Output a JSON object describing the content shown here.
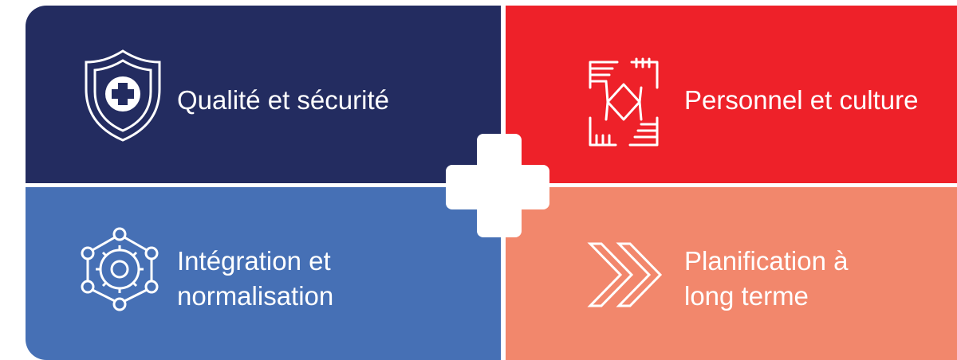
{
  "quadrants": [
    {
      "id": "quality-safety",
      "label_lines": [
        "Qualité et sécurité"
      ],
      "color": "#232C60",
      "icon": "shield-medical-icon"
    },
    {
      "id": "people-culture",
      "label_lines": [
        "Personnel et culture"
      ],
      "color": "#EE2129",
      "icon": "joined-hands-icon"
    },
    {
      "id": "integration-standardization",
      "label_lines": [
        "Intégration et",
        "normalisation"
      ],
      "color": "#4670B5",
      "icon": "gear-network-icon"
    },
    {
      "id": "long-term-planning",
      "label_lines": [
        "Planification à",
        "long terme"
      ],
      "color": "#F2876C",
      "icon": "double-chevron-right-icon"
    }
  ],
  "center_symbol": {
    "icon": "plus-cross-icon",
    "color": "#FFFFFF"
  }
}
